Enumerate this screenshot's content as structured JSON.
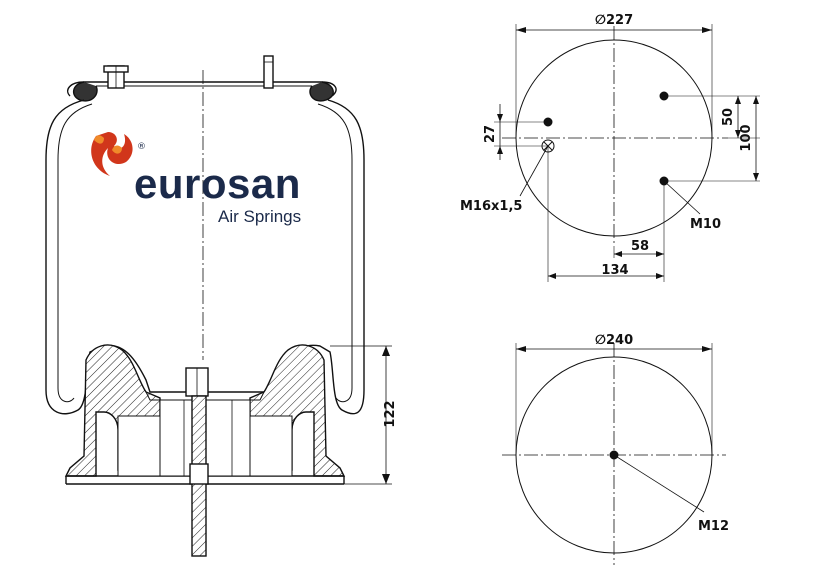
{
  "brand": {
    "name": "eurosan",
    "tagline": "Air Springs",
    "registered": "®",
    "color_text": "#1b2a4a",
    "color_flame_dark": "#d1361b",
    "color_flame_light": "#f08a2a"
  },
  "top_view": {
    "diameter": "∅227",
    "dim_50": "50",
    "dim_100": "100",
    "dim_27": "27",
    "dim_58": "58",
    "dim_134": "134",
    "label_m16": "M16x1,5",
    "label_m10": "M10"
  },
  "bottom_view": {
    "diameter": "∅240",
    "label_m12": "M12"
  },
  "side_view": {
    "height": "122"
  }
}
